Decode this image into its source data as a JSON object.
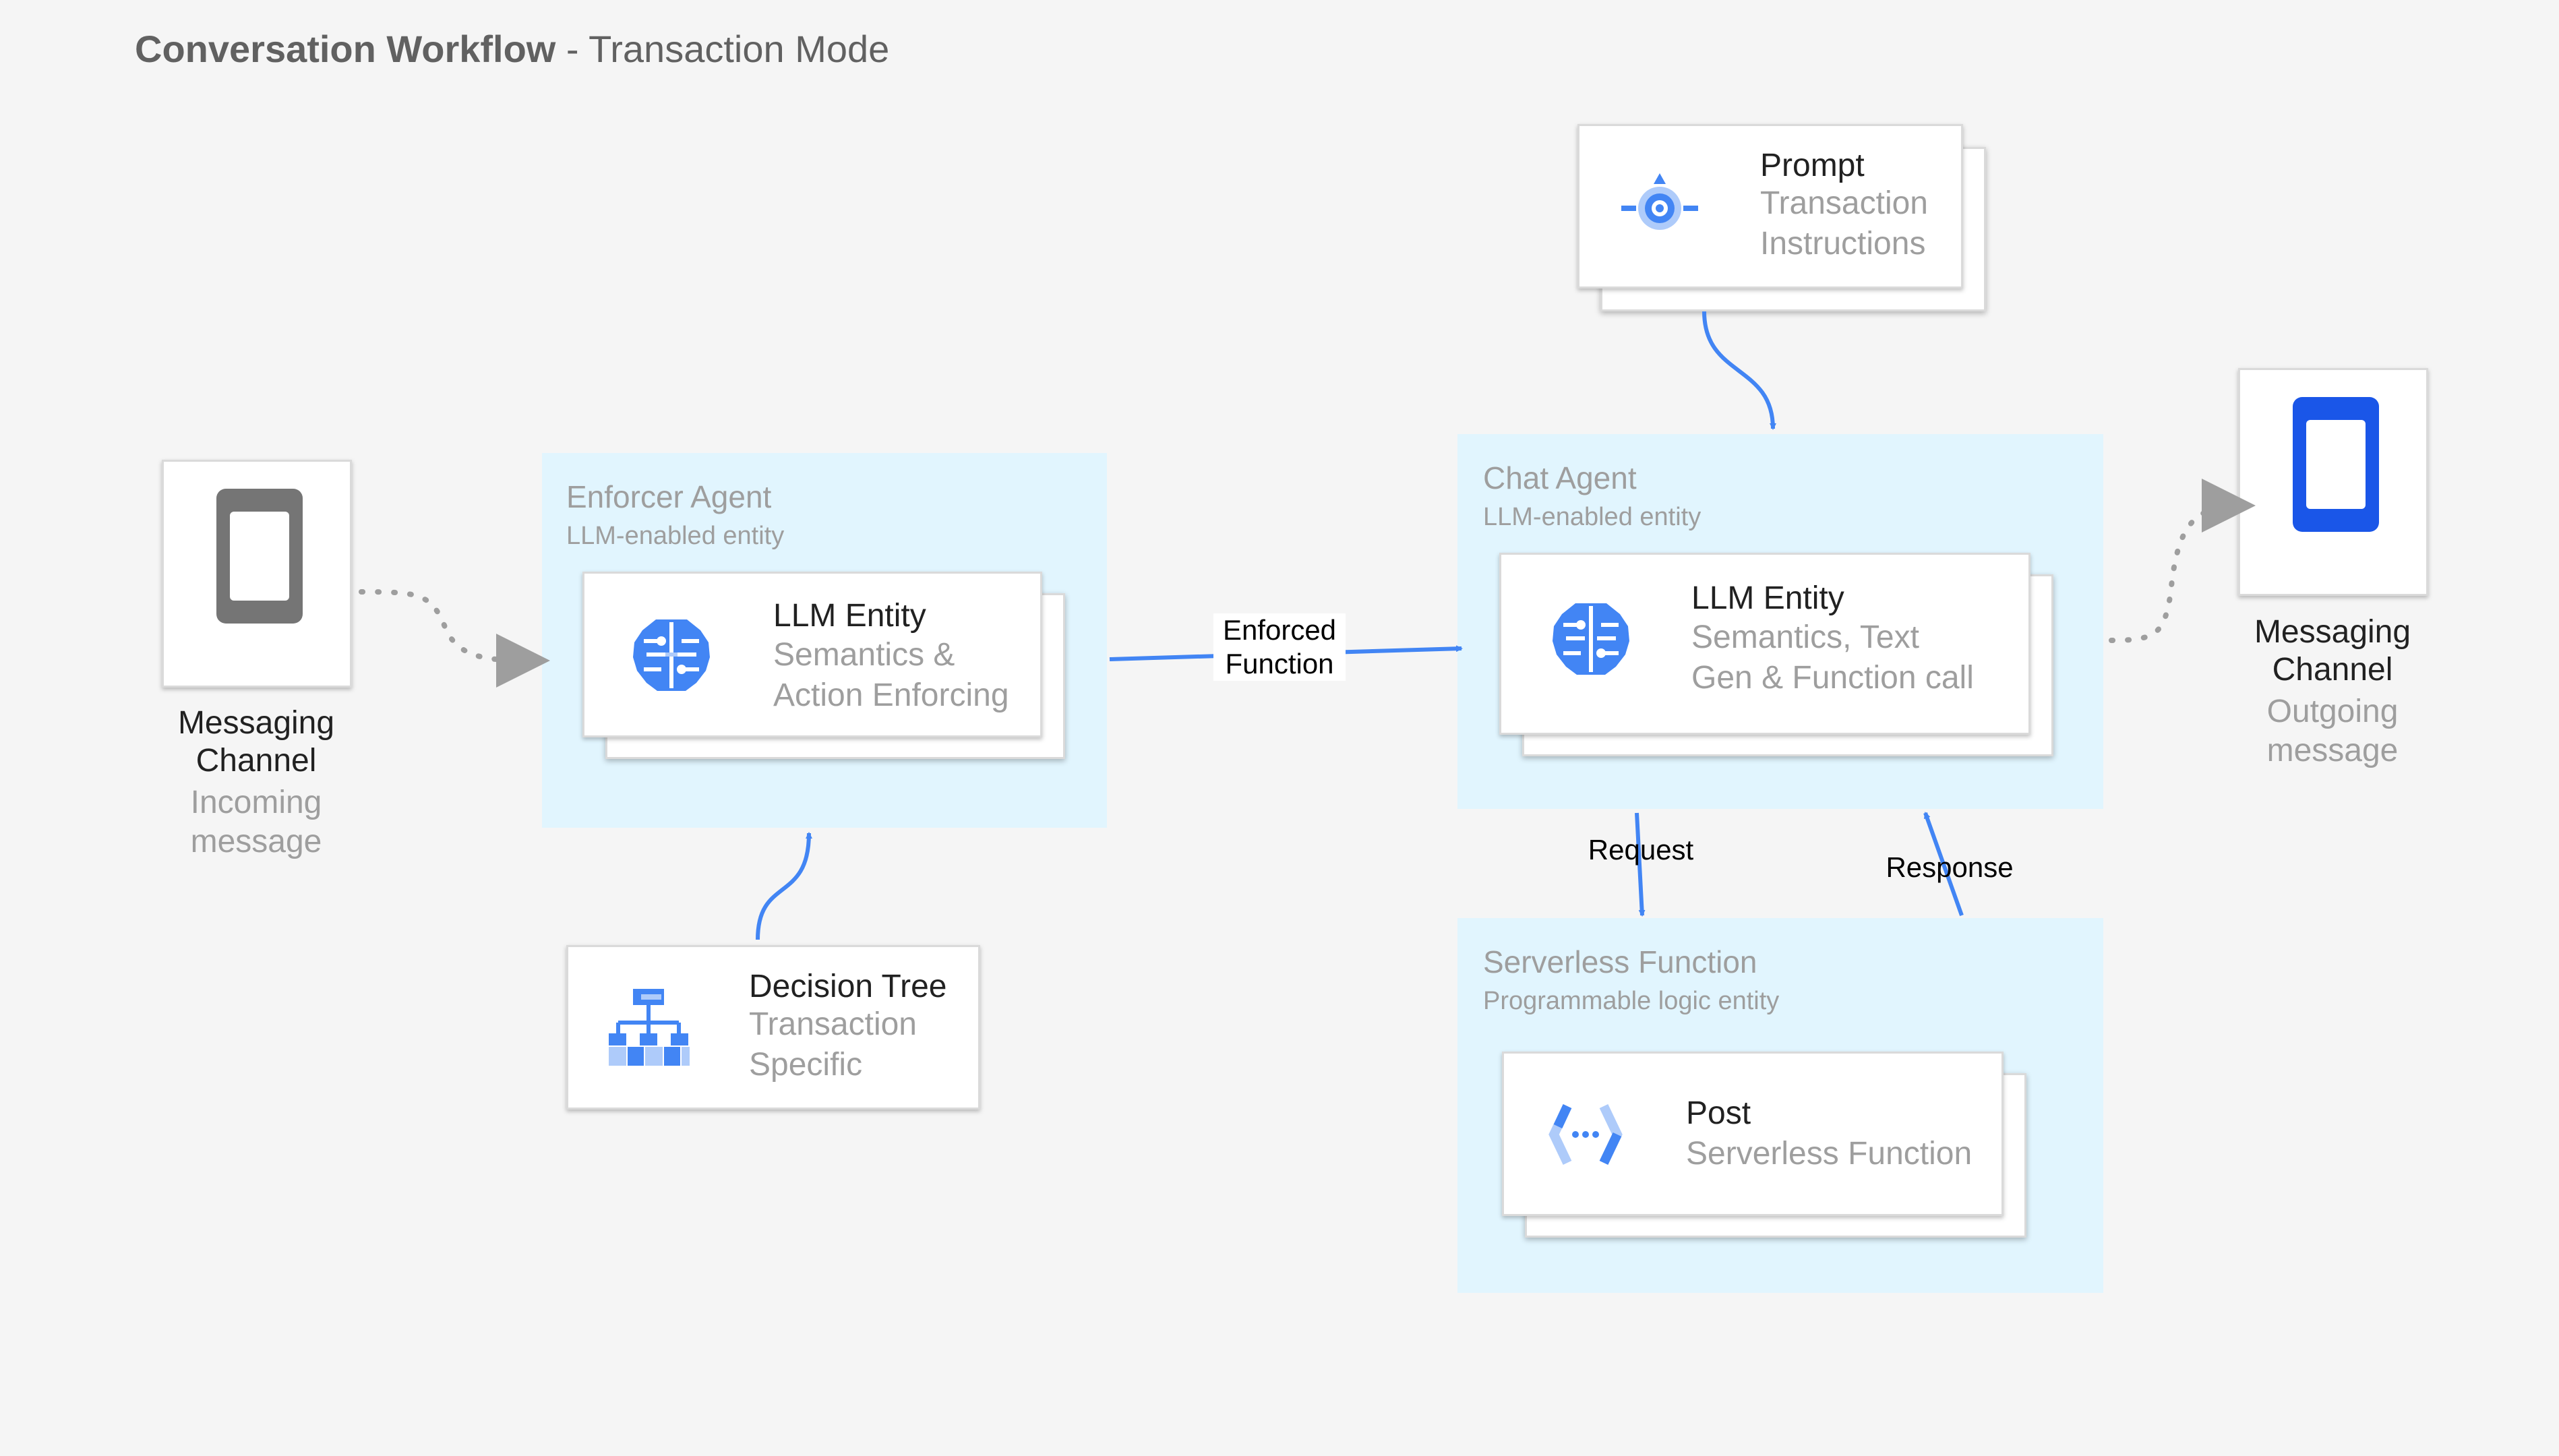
{
  "title": {
    "bold": "Conversation Workflow",
    "rest": " - Transaction Mode"
  },
  "colors": {
    "accent": "#4285f4",
    "zone_bg": "#e1f5fe",
    "muted": "#9e9e9e",
    "dark_device": "#757575",
    "blue_device": "#1a56e8"
  },
  "incoming_channel": {
    "line1": "Messaging",
    "line2": "Channel",
    "sub1": "Incoming",
    "sub2": "message",
    "icon": "phone-icon"
  },
  "outgoing_channel": {
    "line1": "Messaging",
    "line2": "Channel",
    "sub1": "Outgoing",
    "sub2": "message",
    "icon": "phone-icon"
  },
  "enforcer_agent": {
    "title": "Enforcer Agent",
    "subtitle": "LLM-enabled entity",
    "card": {
      "title": "LLM Entity",
      "sub1": "Semantics &",
      "sub2": "Action Enforcing",
      "icon": "brain-icon"
    }
  },
  "chat_agent": {
    "title": "Chat Agent",
    "subtitle": "LLM-enabled entity",
    "card": {
      "title": "LLM Entity",
      "sub1": "Semantics, Text",
      "sub2": "Gen & Function call",
      "icon": "brain-icon"
    }
  },
  "prompt": {
    "title": "Prompt",
    "sub1": "Transaction",
    "sub2": "Instructions",
    "icon": "target-icon"
  },
  "decision_tree": {
    "title": "Decision Tree",
    "sub1": "Transaction",
    "sub2": "Specific",
    "icon": "hierarchy-icon"
  },
  "serverless": {
    "title": "Serverless Function",
    "subtitle": "Programmable logic entity",
    "card": {
      "title": "Post",
      "sub1": "Serverless Function",
      "icon": "function-brackets-icon"
    }
  },
  "edges": {
    "enforced": {
      "line1": "Enforced",
      "line2": "Function"
    },
    "request": "Request",
    "response": "Response"
  }
}
